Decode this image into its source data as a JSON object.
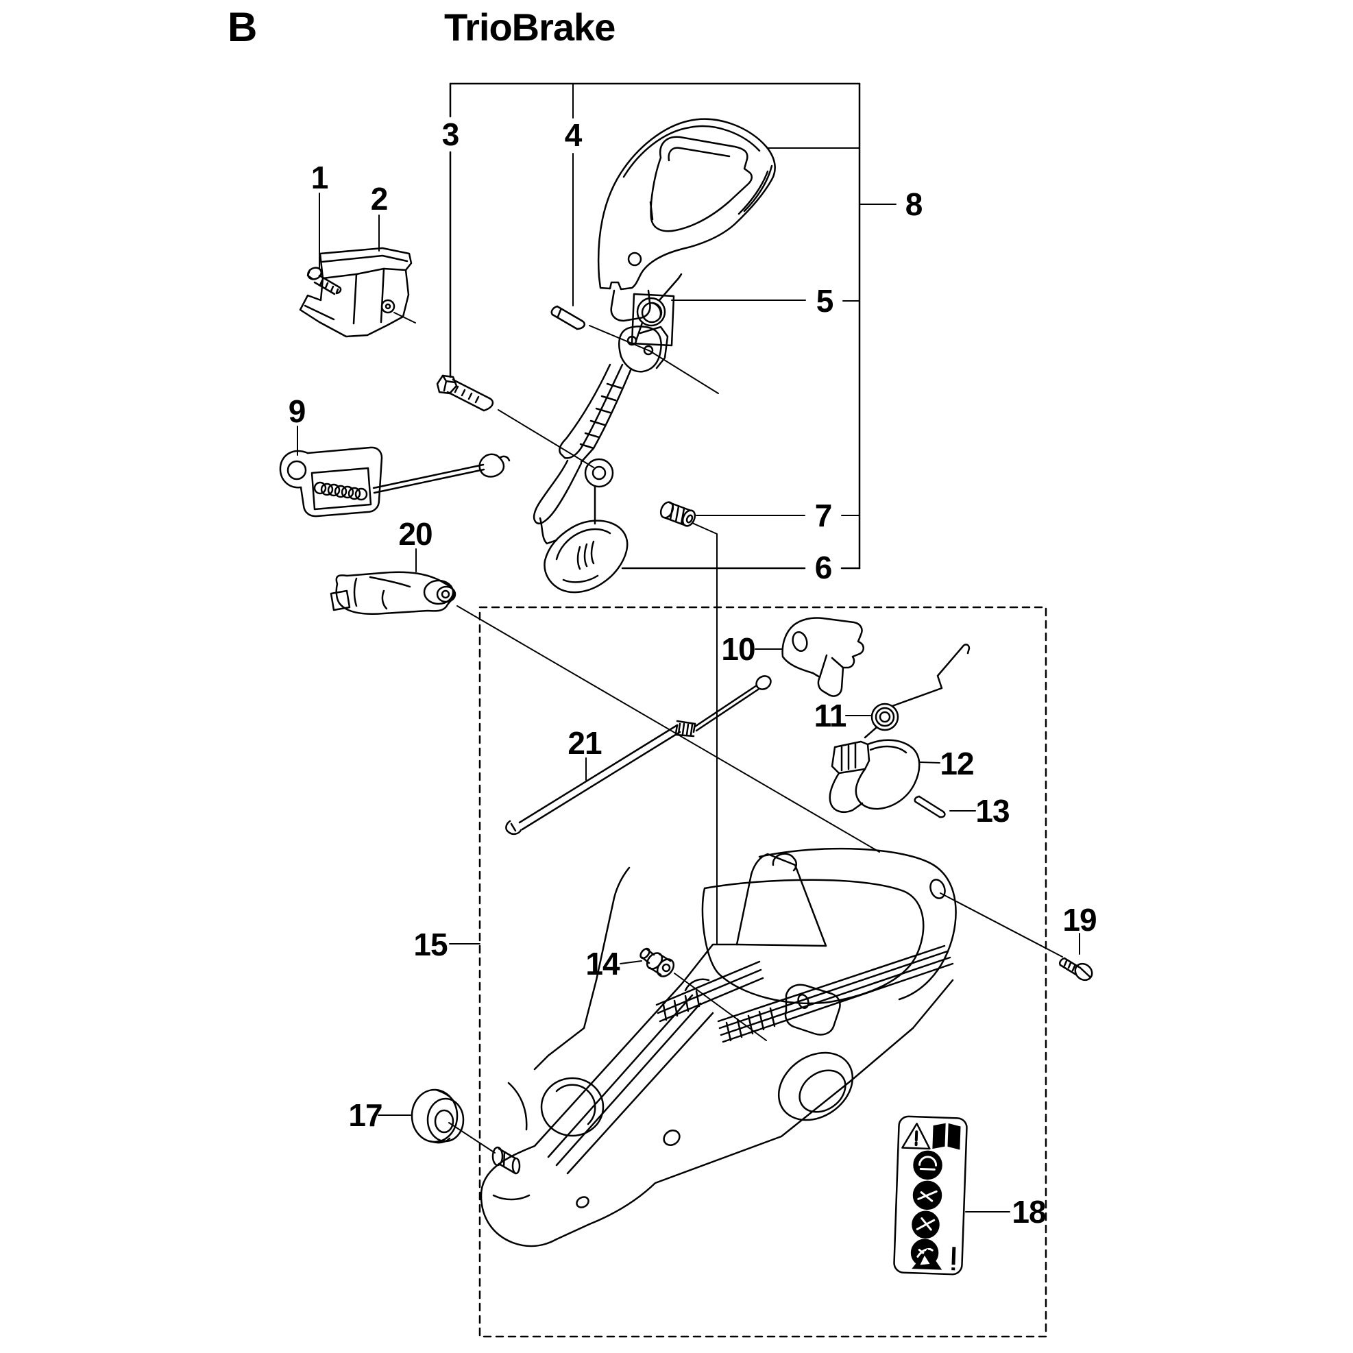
{
  "header": {
    "section_letter": "B",
    "title": "TrioBrake"
  },
  "diagram": {
    "part_labels": [
      {
        "num": "1"
      },
      {
        "num": "2"
      },
      {
        "num": "3"
      },
      {
        "num": "4"
      },
      {
        "num": "5"
      },
      {
        "num": "6"
      },
      {
        "num": "7"
      },
      {
        "num": "8"
      },
      {
        "num": "9"
      },
      {
        "num": "10"
      },
      {
        "num": "11"
      },
      {
        "num": "12"
      },
      {
        "num": "13"
      },
      {
        "num": "14"
      },
      {
        "num": "15"
      },
      {
        "num": "17"
      },
      {
        "num": "18"
      },
      {
        "num": "19"
      },
      {
        "num": "20"
      },
      {
        "num": "21"
      }
    ],
    "ink_color": "#000000",
    "background_color": "#ffffff",
    "decal": {
      "icons": [
        "warning-triangle-icon",
        "read-manual-book-icon",
        "protective-gear-icon",
        "two-hand-grip-icon",
        "kickback-zone-icon",
        "one-hand-warning-icon",
        "kickback-hazard-triangle-icon"
      ]
    }
  }
}
